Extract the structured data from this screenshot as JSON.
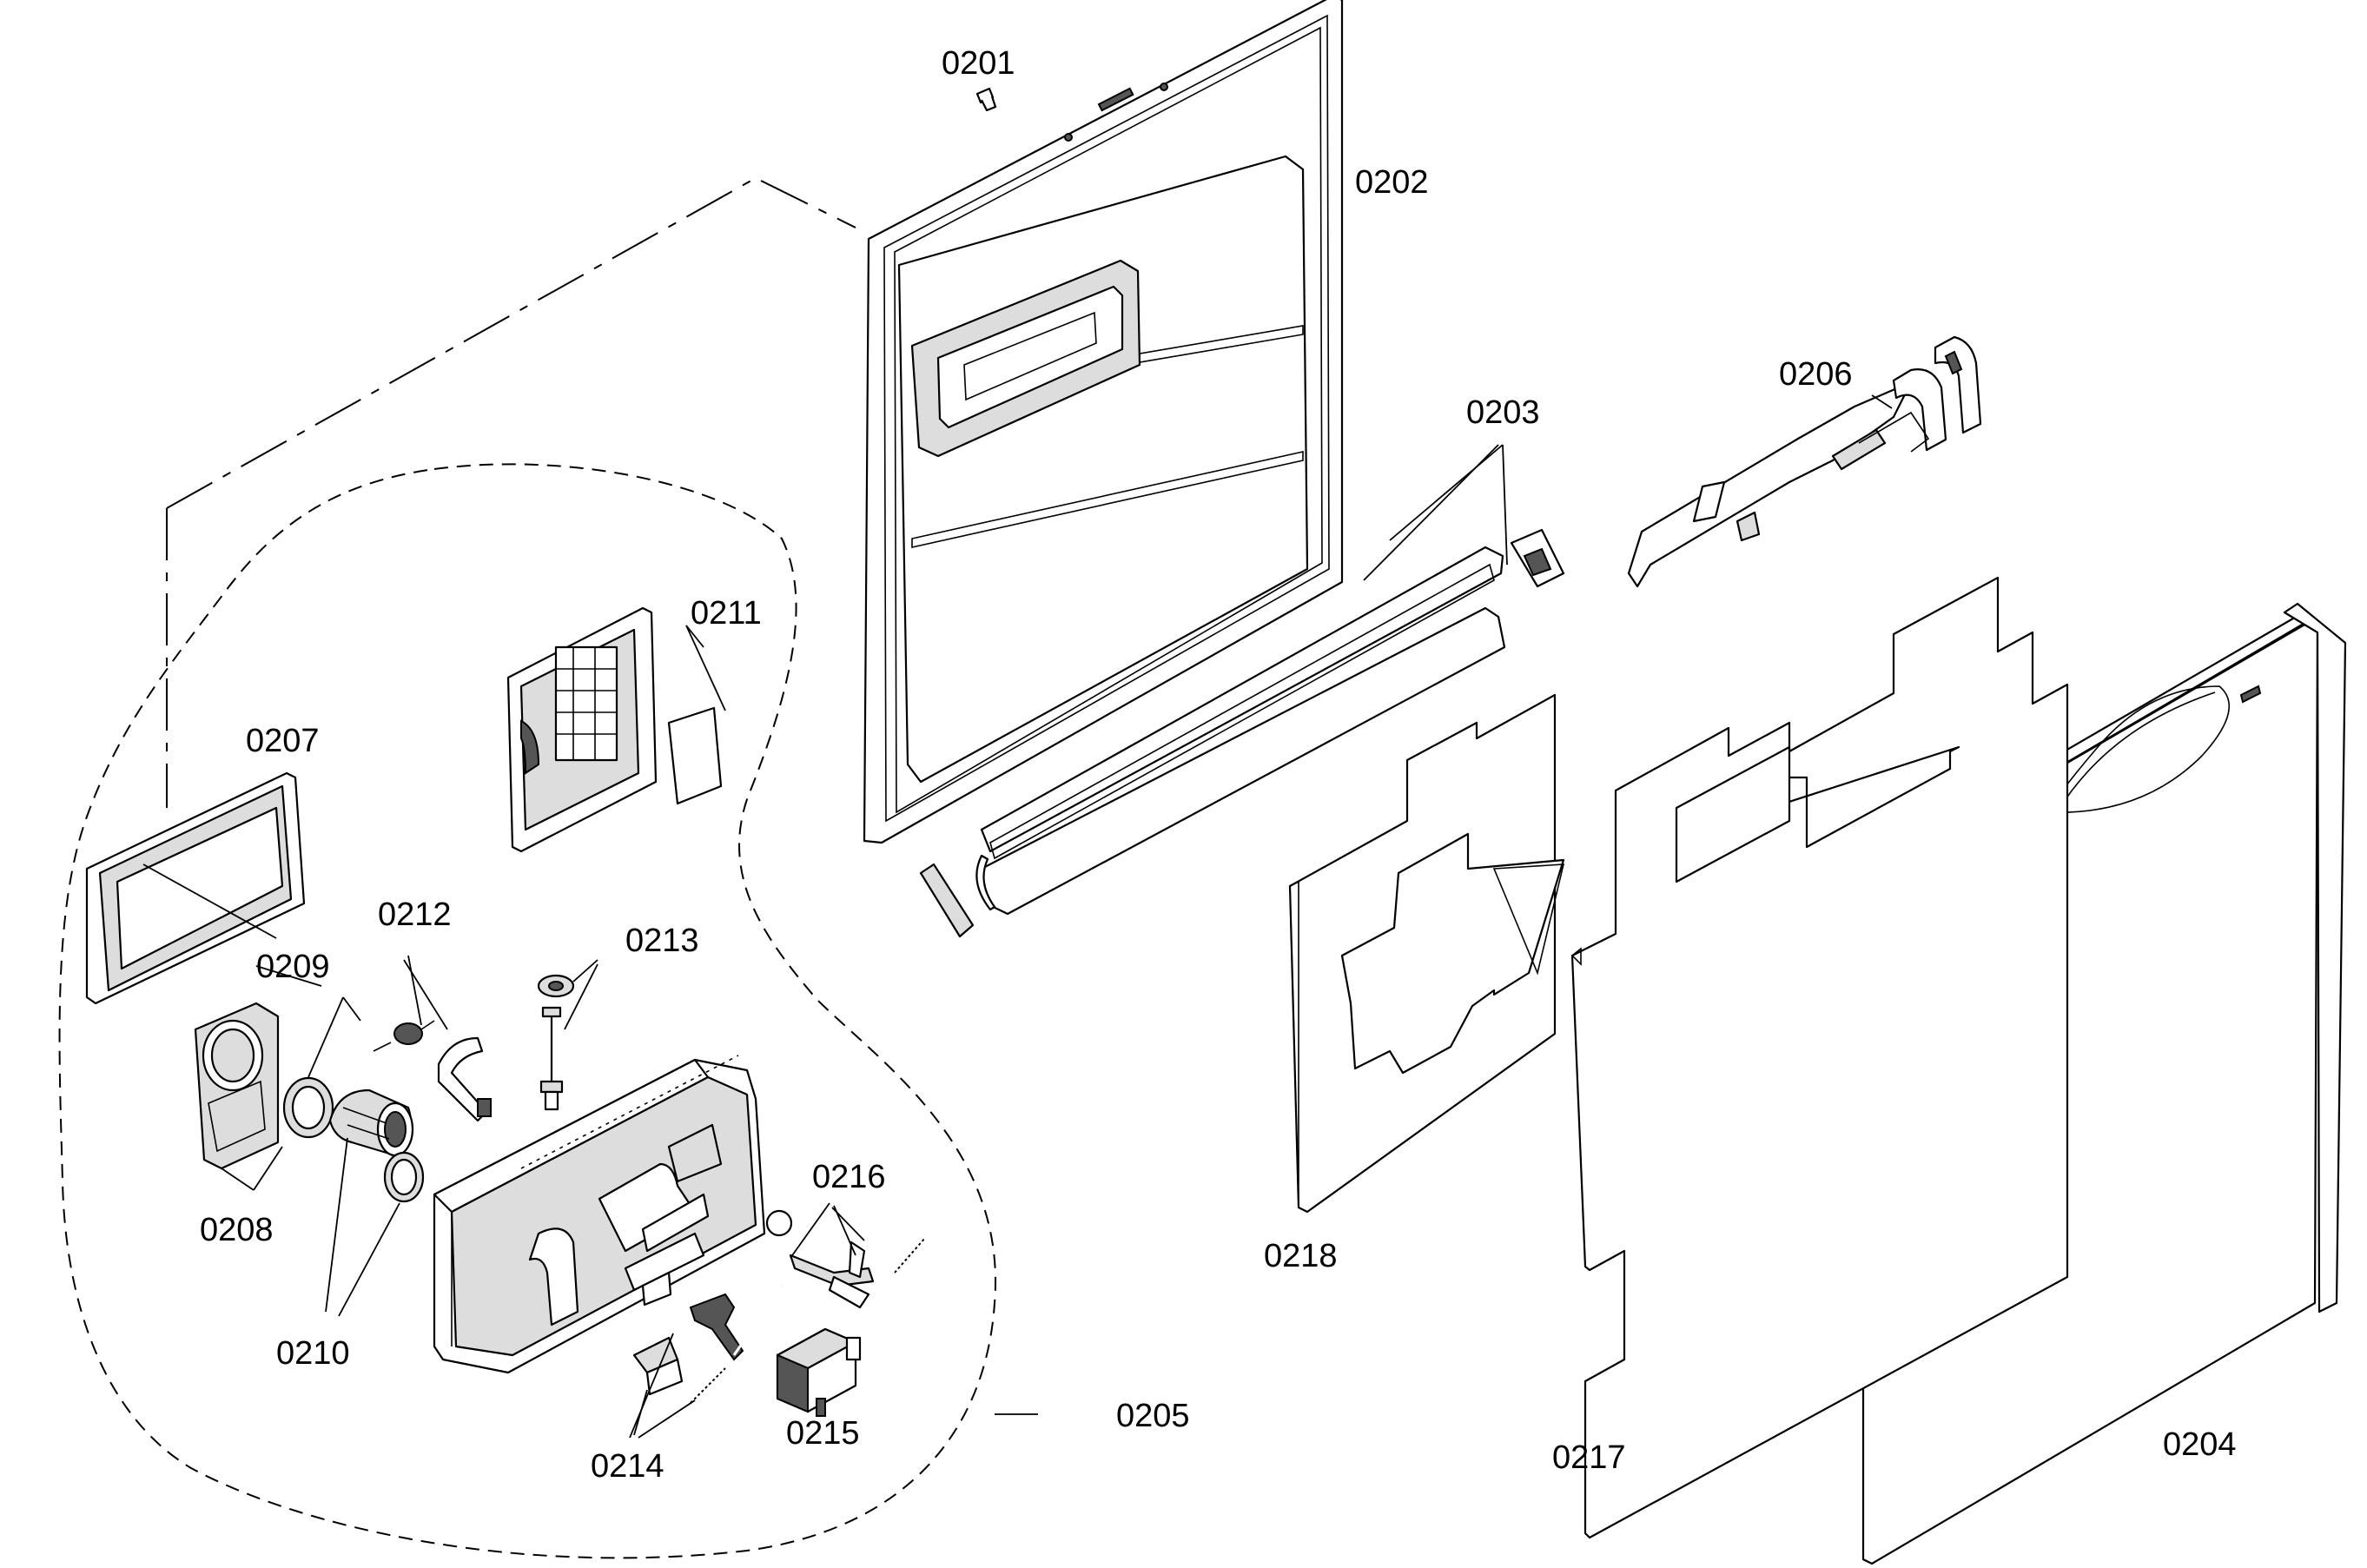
{
  "labels": {
    "p0201": "0201",
    "p0202": "0202",
    "p0203": "0203",
    "p0204": "0204",
    "p0205": "0205",
    "p0206": "0206",
    "p0207": "0207",
    "p0208": "0208",
    "p0209": "0209",
    "p0210": "0210",
    "p0211": "0211",
    "p0212": "0212",
    "p0213": "0213",
    "p0214": "0214",
    "p0215": "0215",
    "p0216": "0216",
    "p0217": "0217",
    "p0218": "0218"
  },
  "colors": {
    "line": "#000000",
    "background": "#ffffff",
    "shade": "#dddddd"
  }
}
